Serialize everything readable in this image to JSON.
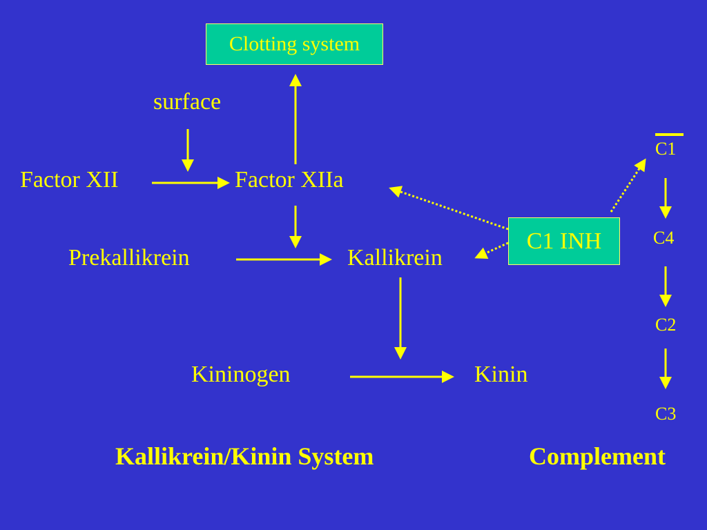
{
  "colors": {
    "background": "#3333cc",
    "text": "#ffff00",
    "box_fill": "#00cc99",
    "arrow": "#ffff00"
  },
  "nodes": {
    "clotting_system": "Clotting system",
    "surface": "surface",
    "factor_xii": "Factor XII",
    "factor_xiia": "Factor XIIa",
    "prekallikrein": "Prekallikrein",
    "kallikrein": "Kallikrein",
    "kininogen": "Kininogen",
    "kinin": "Kinin",
    "c1_inh": "C1 INH",
    "c1": "C1",
    "c4": "C4",
    "c2": "C2",
    "c3": "C3"
  },
  "captions": {
    "kallikrein_system": "Kallikrein/Kinin System",
    "complement": "Complement"
  },
  "edges": [
    {
      "from": "surface",
      "to": "factor_xii_to_xiia_arrow",
      "style": "solid"
    },
    {
      "from": "factor_xii",
      "to": "factor_xiia",
      "style": "solid"
    },
    {
      "from": "factor_xiia",
      "to": "clotting_system",
      "style": "solid"
    },
    {
      "from": "factor_xiia",
      "to": "prekallikrein_to_kallikrein_arrow",
      "style": "solid"
    },
    {
      "from": "prekallikrein",
      "to": "kallikrein",
      "style": "solid"
    },
    {
      "from": "kallikrein",
      "to": "kininogen_to_kinin_arrow",
      "style": "solid"
    },
    {
      "from": "kininogen",
      "to": "kinin",
      "style": "solid"
    },
    {
      "from": "c1_inh",
      "to": "factor_xiia",
      "style": "dotted"
    },
    {
      "from": "c1_inh",
      "to": "kallikrein",
      "style": "dotted"
    },
    {
      "from": "c1_inh",
      "to": "c1",
      "style": "dotted"
    },
    {
      "from": "c1",
      "to": "c4",
      "style": "solid"
    },
    {
      "from": "c4",
      "to": "c2",
      "style": "solid"
    },
    {
      "from": "c2",
      "to": "c3",
      "style": "solid"
    }
  ]
}
